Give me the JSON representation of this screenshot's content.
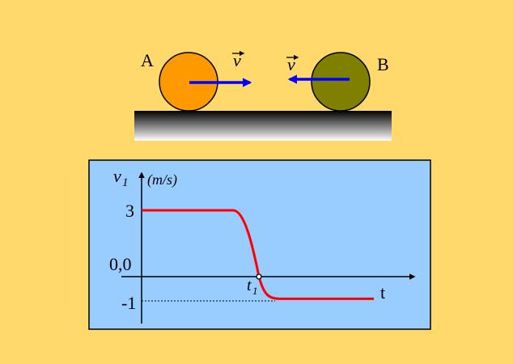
{
  "colors": {
    "background": "#FFD96B",
    "ball_a": "#FF9900",
    "ball_b": "#808000",
    "arrow": "#0000FF",
    "graph_panel": "#99CCFF",
    "curve": "#FF0000"
  },
  "scene": {
    "ball_a_label": "A",
    "ball_b_label": "B",
    "velocity_label_a": "v",
    "velocity_label_b": "v"
  },
  "graph": {
    "y_axis_label": "v",
    "y_axis_subscript": "1",
    "y_unit": "(m/s)",
    "x_axis_label": "t",
    "tick_3": "3",
    "tick_0": "0,0",
    "tick_neg1": "-1",
    "t1_label": "t",
    "t1_subscript": "1"
  },
  "chart_data": {
    "type": "line",
    "xlabel": "t",
    "ylabel": "v1 (m/s)",
    "series": [
      {
        "x": [
          "0",
          "t1",
          "end"
        ],
        "values": [
          3,
          0,
          -1
        ]
      }
    ],
    "y_ticks": [
      3,
      0,
      -1
    ],
    "x_marked": [
      "t1"
    ]
  }
}
